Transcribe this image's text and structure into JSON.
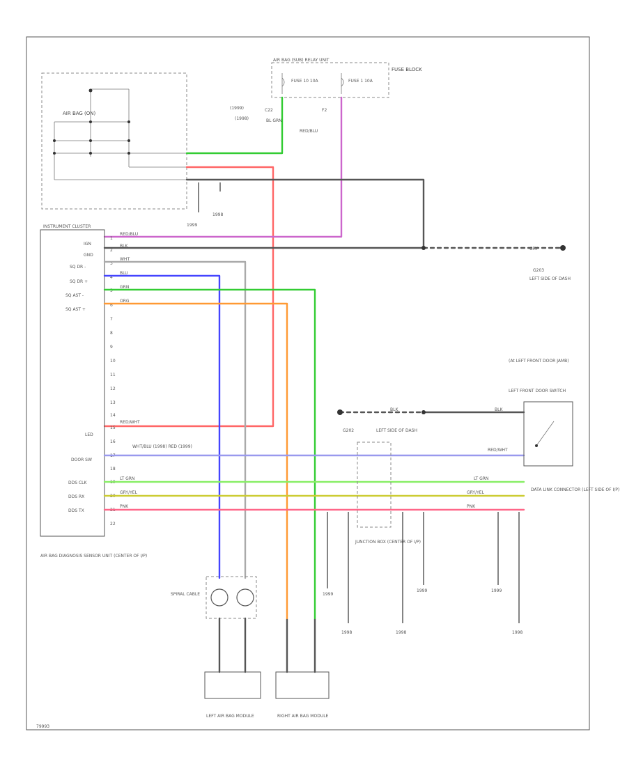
{
  "diagram": {
    "figure_id": "79993",
    "labels": {
      "fuse_block_header": "AIR BAG (SUB) RELAY UNIT",
      "fuse_block": "FUSE BLOCK",
      "fuse_10a": "FUSE 10 10A",
      "fuse_1_10a": "FUSE 1 10A",
      "air_bag_label": "AIR BAG (ON)",
      "ign": "IGN",
      "ign_1999": "(1999)",
      "ign_1998": "(1998)",
      "c22": "C22",
      "bl_grn": "BL GRN",
      "f2": "F2",
      "red_blu": "RED/BLU",
      "instrument_cluster": "INSTRUMENT CLUSTER",
      "g203": "G203",
      "g203_desc": "LEFT SIDE OF DASH",
      "g202": "G202",
      "g202_desc": "LEFT SIDE OF DASH",
      "door_jamb": "(At LEFT FRONT DOOR JAMB)",
      "door_switch": "LEFT FRONT DOOR SWITCH",
      "dlc": "DATA LINK CONNECTOR (LEFT SIDE OF I/P)",
      "junction_box": "JUNCTION BOX (CENTER OF I/P)",
      "sensor_unit": "AIR BAG DIAGNOSIS SENSOR UNIT (CENTER OF I/P)",
      "spiral_cable": "SPIRAL CABLE",
      "left_module": "LEFT AIR BAG MODULE",
      "right_module": "RIGHT AIR BAG MODULE",
      "year_1999": "1999",
      "year_1998": "1998"
    },
    "pins": [
      "IGN",
      "GND",
      "SQ DR -",
      "SQ DR +",
      "SQ AST -",
      "SQ AST +",
      "LED",
      "DOOR SW",
      "DDS CLK",
      "DDS RX",
      "DDS TX"
    ],
    "pin_numbers": [
      "1",
      "2",
      "3",
      "4",
      "5",
      "6",
      "7",
      "8",
      "9",
      "10",
      "11",
      "12",
      "13",
      "14",
      "15",
      "16",
      "17",
      "18",
      "19",
      "20",
      "21",
      "22"
    ],
    "wire_labels": {
      "ign": "RED/BLU",
      "gnd": "BLK",
      "wht": "WHT",
      "blu": "BLU",
      "grn": "GRN",
      "org": "ORG",
      "led": "RED/WHT",
      "door": "WHT/BLU (1998) RED (1999)",
      "clk": "LT GRN",
      "rx": "GRY/YEL",
      "tx": "PNK",
      "red_wht": "RED/WHT",
      "lt_grn": "LT GRN",
      "blk": "BLK",
      "gry": "GRY"
    },
    "colors": {
      "green": "#33cc33",
      "red": "#ff6666",
      "purple": "#cc66cc",
      "blue": "#4444ff",
      "orange": "#ff9933",
      "light_green": "#88ee66",
      "yellow": "#cccc33",
      "pink": "#ff6688",
      "lavender": "#9999ee",
      "black": "#555555",
      "gray": "#aaaaaa"
    }
  }
}
